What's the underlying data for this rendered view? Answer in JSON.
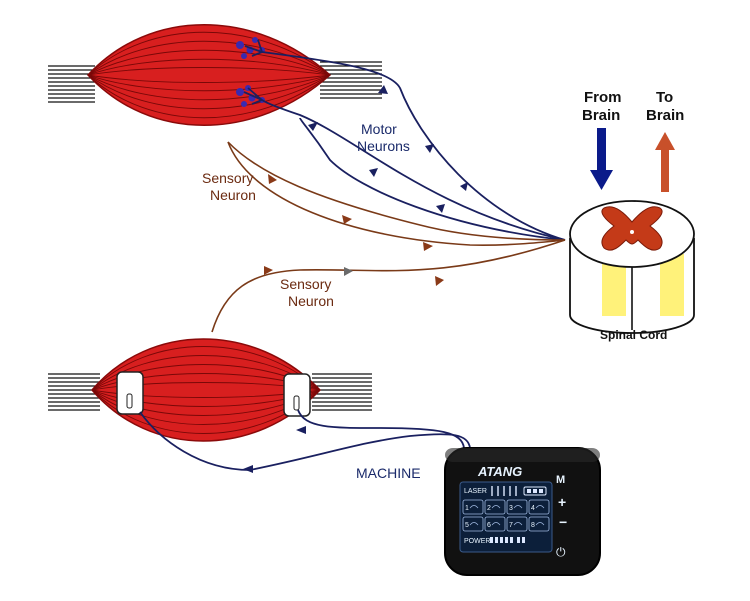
{
  "labels": {
    "sensory_neuron_top": [
      "Sensory",
      "Neuron"
    ],
    "sensory_neuron_bottom": [
      "Sensory",
      "Neuron"
    ],
    "motor_neurons": [
      "Motor",
      "Neurons"
    ],
    "from_brain": [
      "From",
      "Brain"
    ],
    "to_brain": [
      "To",
      "Brain"
    ],
    "spinal_cord": "Spinal Cord",
    "machine": "MACHINE"
  },
  "device": {
    "brand": "ATANG",
    "laser_label": "LASER",
    "power_label": "POWER",
    "mode_numbers": [
      "1",
      "2",
      "3",
      "4",
      "5",
      "6",
      "7",
      "8"
    ],
    "buttons": [
      "M",
      "+",
      "−"
    ],
    "power_symbol": "⏻"
  },
  "colors": {
    "muscle": "#d81f1f",
    "muscle_stroke": "#8a0a0a",
    "motor_nerve": "#1a2060",
    "sensory_nerve": "#7a3a18",
    "from_brain_arrow": "#0a1a8a",
    "to_brain_arrow": "#c8502a",
    "cord_gray_matter": "#c43a18",
    "cord_yellow": "#fff27a",
    "device_body": "#111111",
    "device_screen": "#0c1f3a"
  }
}
